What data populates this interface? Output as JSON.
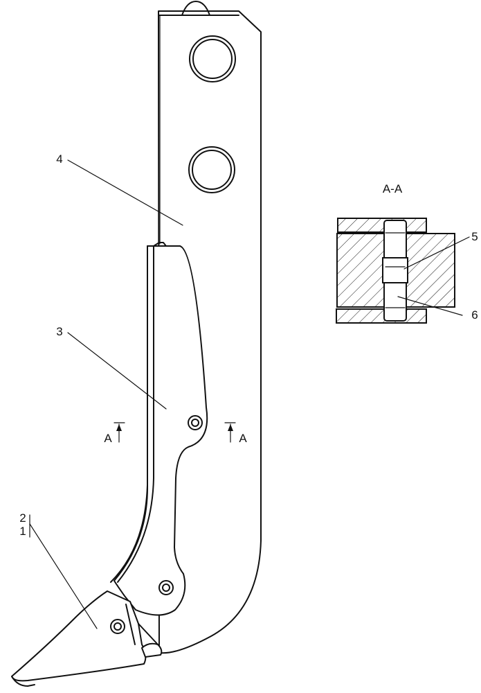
{
  "section_title": "A-A",
  "callouts": {
    "shank": "4",
    "protector": "3",
    "tip": "2",
    "tip_alt": "1",
    "pin_bushing": "5",
    "pin": "6"
  },
  "section_marker": "A"
}
